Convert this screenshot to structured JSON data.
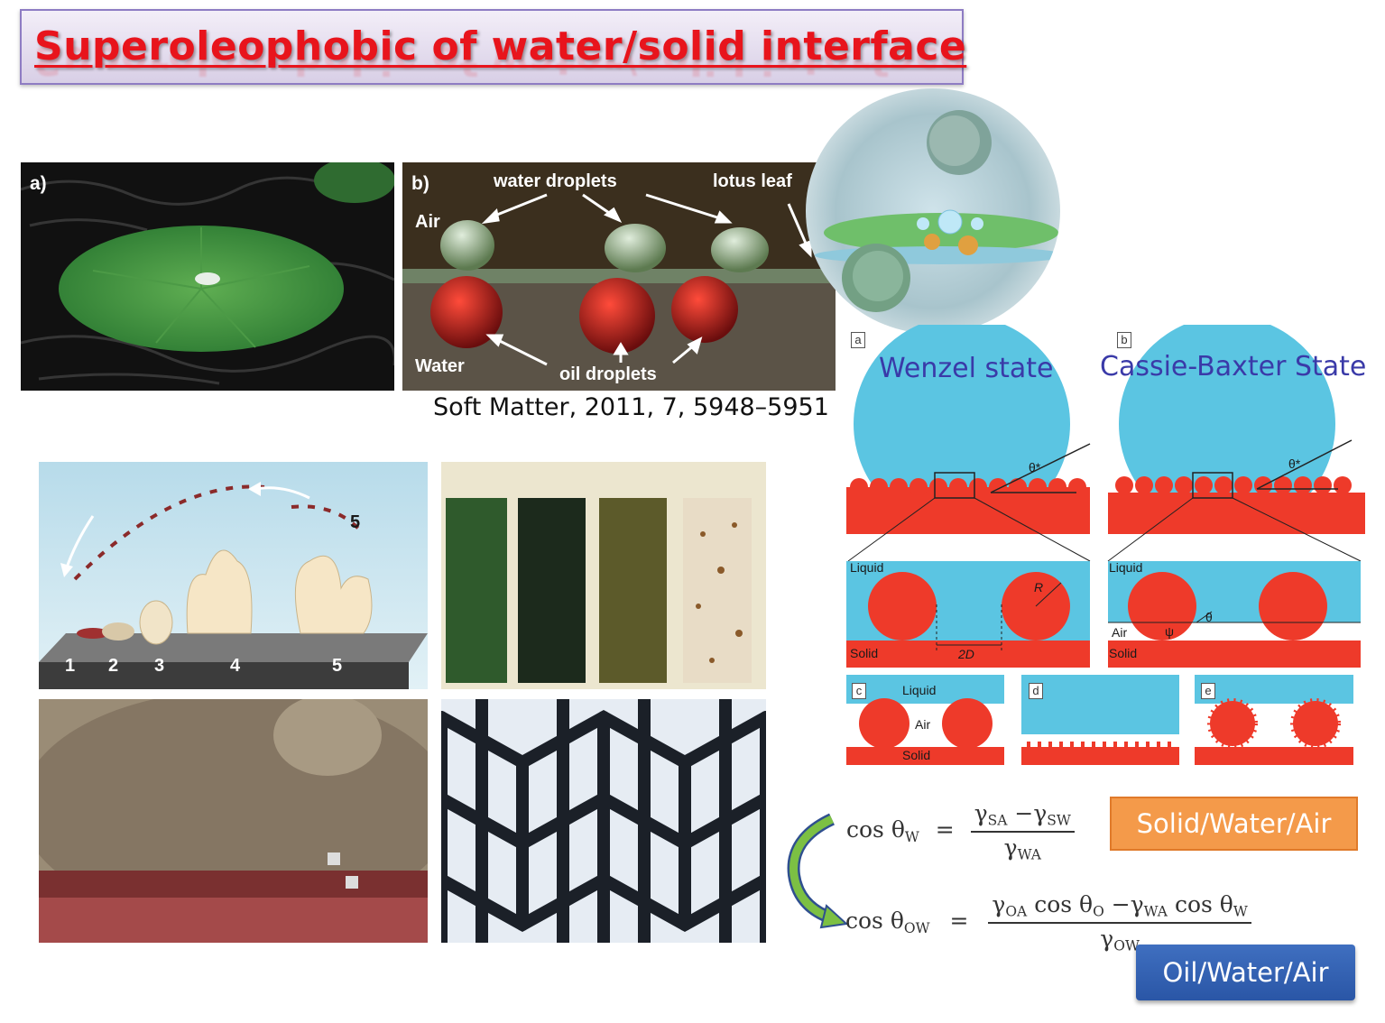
{
  "title": "Superoleophobic of water/solid interface",
  "photo_a": {
    "label": "a)"
  },
  "photo_b": {
    "label": "b)",
    "annotations": {
      "water_droplets": "water droplets",
      "lotus_leaf": "lotus leaf",
      "air": "Air",
      "water": "Water",
      "oil_droplets": "oil droplets"
    }
  },
  "citation": "Soft Matter, 2011, 7, 5948–5951",
  "biofilm_figure": {
    "stages": [
      "1",
      "2",
      "3",
      "4",
      "5"
    ],
    "arrow_label": "5"
  },
  "schematic": {
    "panel_a": {
      "box_label": "a",
      "title": "Wenzel state",
      "angle_label": "θ*",
      "liquid": "Liquid",
      "solid": "Solid",
      "radius": "R",
      "spacing": "2D"
    },
    "panel_b": {
      "box_label": "b",
      "title": "Cassie-Baxter State",
      "angle_label": "θ*",
      "liquid": "Liquid",
      "air": "Air",
      "solid": "Solid",
      "theta": "θ",
      "psi": "ψ"
    },
    "panel_c": {
      "box_label": "c",
      "liquid": "Liquid",
      "air": "Air",
      "solid": "Solid"
    },
    "panel_d": {
      "box_label": "d"
    },
    "panel_e": {
      "box_label": "e"
    }
  },
  "equations": {
    "eq1": {
      "lhs": "cos θ",
      "lhs_sub": "W",
      "num_a": "γ",
      "num_a_sub": "SA",
      "num_b": "−γ",
      "num_b_sub": "SW",
      "den": "γ",
      "den_sub": "WA"
    },
    "eq2": {
      "lhs": "cos θ",
      "lhs_sub": "OW",
      "num_a": "γ",
      "num_a_sub": "OA",
      "num_a_tail": " cos θ",
      "num_a_tail_sub": "O",
      "num_b": " −γ",
      "num_b_sub": "WA",
      "num_b_tail": " cos θ",
      "num_b_tail_sub": "W",
      "den": "γ",
      "den_sub": "OW"
    }
  },
  "badges": {
    "solid_water_air": "Solid/Water/Air",
    "oil_water_air": "Oil/Water/Air"
  },
  "colors": {
    "title": "#e8141c",
    "liquid": "#5bc0e0",
    "solid": "#ee3a2a",
    "badge_orange": "#f49a4a",
    "badge_blue": "#2f5fb3",
    "state_title": "#3a3aa8"
  }
}
